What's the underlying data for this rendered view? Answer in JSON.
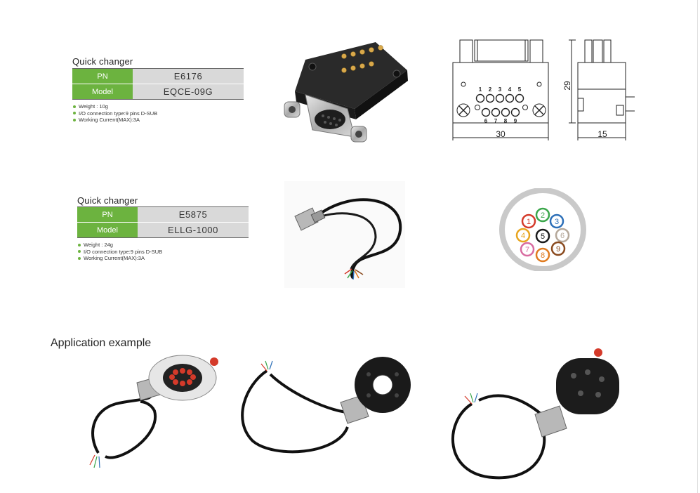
{
  "products": [
    {
      "title": "Quick changer",
      "pn_label": "PN",
      "pn_value": "E6176",
      "model_label": "Model",
      "model_value": "EQCE-09G",
      "specs": [
        "Weight : 10g",
        "I/O connection type:9 pins D-SUB",
        "Working Current(MAX):3A"
      ]
    },
    {
      "title": "Quick changer",
      "pn_label": "PN",
      "pn_value": "E5875",
      "model_label": "Model",
      "model_value": "ELLG-1000",
      "specs": [
        "Weight : 24g",
        "I/O connection type:9 pins D-SUB",
        "Working Current(MAX):3A"
      ]
    }
  ],
  "drawing": {
    "pin_numbers_top": [
      "1",
      "2",
      "3",
      "4",
      "5"
    ],
    "pin_numbers_bottom": [
      "6",
      "7",
      "8",
      "9"
    ],
    "width_dim": "30",
    "height_dim": "29",
    "depth_dim": "15"
  },
  "wire_pinout": {
    "wires": [
      {
        "label": "1",
        "color": "#d43a2a"
      },
      {
        "label": "2",
        "color": "#3aa64a"
      },
      {
        "label": "3",
        "color": "#2c6fb8"
      },
      {
        "label": "4",
        "color": "#e8a51e"
      },
      {
        "label": "5",
        "color": "#1a1a1a"
      },
      {
        "label": "6",
        "color": "#b5a89a"
      },
      {
        "label": "7",
        "color": "#d86ba0"
      },
      {
        "label": "8",
        "color": "#e07b1f"
      },
      {
        "label": "9",
        "color": "#8a4a1e"
      }
    ]
  },
  "application": {
    "title": "Application example"
  }
}
